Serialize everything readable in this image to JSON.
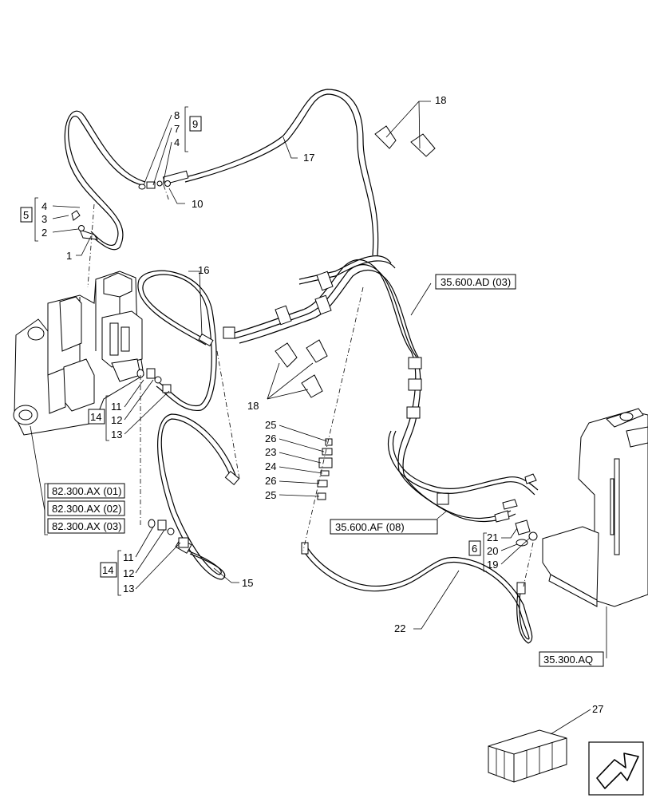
{
  "callouts": {
    "c1": "1",
    "c2": "2",
    "c3": "3",
    "c4": "4",
    "c4b": "4",
    "c5": "5",
    "c6": "6",
    "c7": "7",
    "c8": "8",
    "c9": "9",
    "c10": "10",
    "c11a": "11",
    "c12a": "12",
    "c13a": "13",
    "c11b": "11",
    "c12b": "12",
    "c13b": "13",
    "c14a": "14",
    "c14b": "14",
    "c15": "15",
    "c16": "16",
    "c17": "17",
    "c18a": "18",
    "c18b": "18",
    "c19": "19",
    "c20": "20",
    "c21": "21",
    "c22": "22",
    "c23": "23",
    "c24": "24",
    "c25a": "25",
    "c25b": "25",
    "c26a": "26",
    "c26b": "26",
    "c27": "27"
  },
  "refs": {
    "ad03": "35.600.AD (03)",
    "af08": "35.600.AF (08)",
    "aq": "35.300.AQ",
    "ax01": "82.300.AX (01)",
    "ax02": "82.300.AX (02)",
    "ax03": "82.300.AX (03)"
  }
}
